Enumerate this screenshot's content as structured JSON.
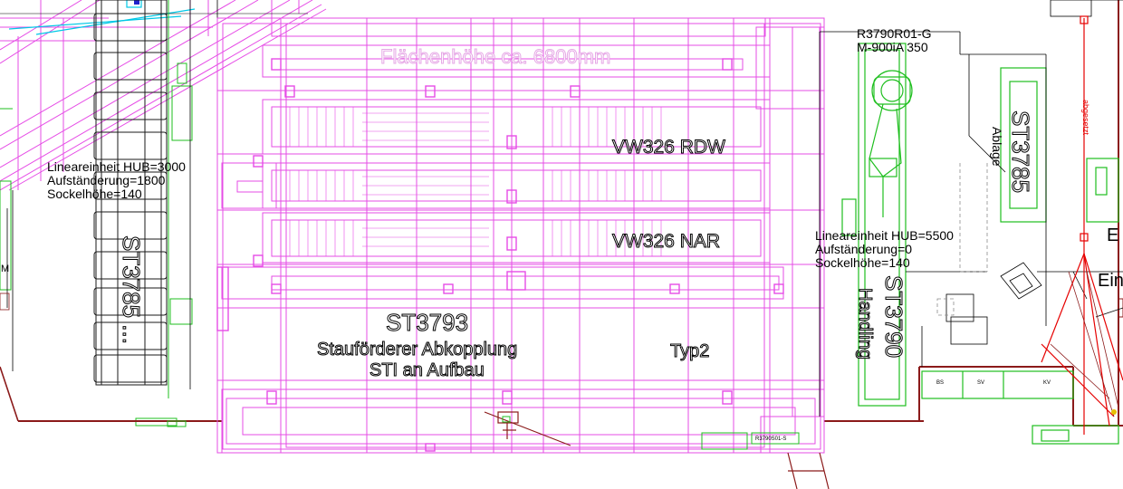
{
  "labels": {
    "station_main": "ST3793",
    "station_main_line1": "Stauförderer Abkopplung",
    "station_main_line2": "STI an Aufbau",
    "type_label": "Typ2",
    "area_height": "Flächenhöhe ca. 6800mm",
    "conveyor_rdw": "VW326 RDW",
    "conveyor_nar": "VW326 NAR",
    "robot_id": "R3790R01-G",
    "robot_model": "M-900iA 350",
    "left_linear_1": "Lineareinheit HUB=3000",
    "left_linear_2": "Aufständerung=1800",
    "left_linear_3": "Sockelhöhe=140",
    "right_linear_1": "Lineareinheit HUB=5500",
    "right_linear_2": "Aufständerung=0",
    "right_linear_3": "Sockelhöhe=140",
    "station_handling_id": "ST3790",
    "station_handling_name": "Handling",
    "station_ablage_id": "ST3785",
    "station_ablage_name": "Ablage",
    "left_station_vertical": "ST3785 ...",
    "edge_text_ein": "Ein",
    "edge_text_e": "E",
    "red_line_text": "abgesetzt",
    "side_m": "M",
    "box_bs": "BS",
    "box_sv": "SV",
    "box_kv": "KV",
    "small_tag": "R3790S01-S"
  },
  "colors": {
    "magenta_layer": "#e64ce6",
    "green_layer": "#1fbf1f",
    "dark_red_layer": "#8b1a1a",
    "red_layer": "#e60000",
    "cyan_layer": "#00c8e6",
    "gray_layer": "#8c8c8c",
    "black_layer": "#000000",
    "background": "#ffffff"
  }
}
